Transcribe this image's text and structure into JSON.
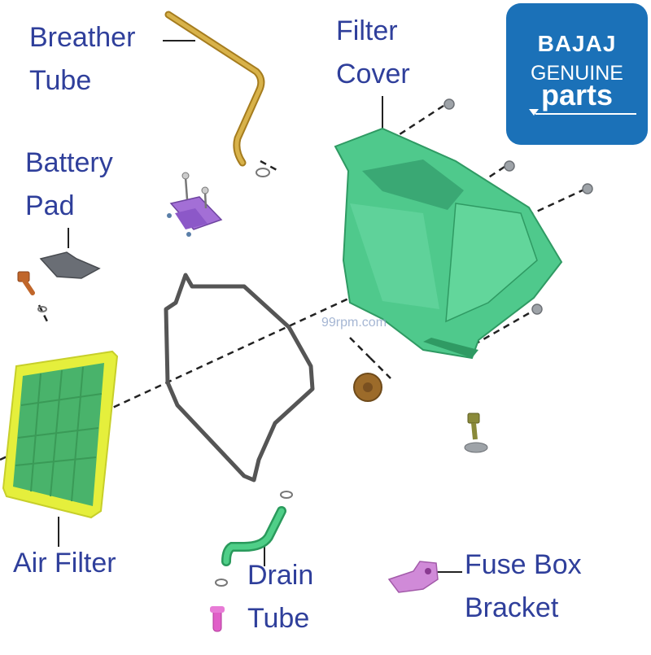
{
  "labels": {
    "breather_tube": "Breather\nTube",
    "filter_cover": "Filter\nCover",
    "battery_pad": "Battery\nPad",
    "air_filter": "Air Filter",
    "drain_tube": "Drain\nTube",
    "fuse_box_bracket": "Fuse Box\nBracket"
  },
  "brand": {
    "name": "BAJAJ",
    "line2": "GENUINE",
    "line3": "parts"
  },
  "watermark": "99rpm.com",
  "colors": {
    "label_text": "#2f3f9b",
    "brand_bg": "#1b71b8",
    "filter_cover": "#4fc98c",
    "air_filter_frame": "#e5ef3c",
    "air_filter_mesh": "#49b36b",
    "breather_tube": "#c59a2c",
    "drain_tube": "#43c07a",
    "fuse_bracket": "#d08ad8",
    "gasket": "#555555"
  }
}
